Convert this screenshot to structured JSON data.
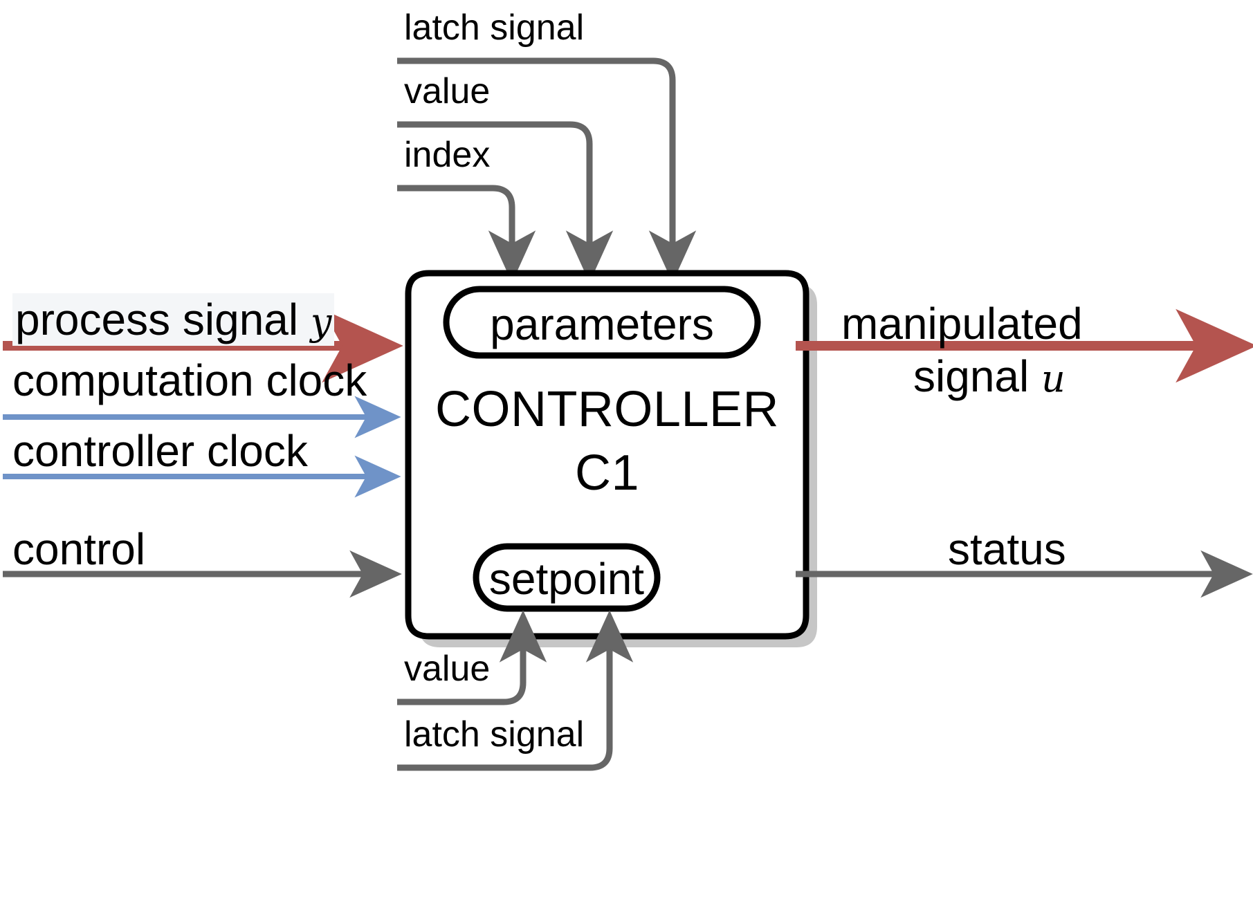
{
  "diagram": {
    "title": "Controller C1 block diagram",
    "block": {
      "name_line1": "CONTROLLER",
      "name_line2": "C1",
      "parameters_label": "parameters",
      "setpoint_label": "setpoint"
    },
    "top_inputs": [
      {
        "label": "latch signal",
        "target": "parameters"
      },
      {
        "label": "value",
        "target": "parameters"
      },
      {
        "label": "index",
        "target": "parameters"
      }
    ],
    "bottom_inputs": [
      {
        "label": "value",
        "target": "setpoint"
      },
      {
        "label": "latch signal",
        "target": "setpoint"
      }
    ],
    "left_inputs": [
      {
        "label": "process signal ",
        "math": "y",
        "color": "#b4544f",
        "kind": "signal"
      },
      {
        "label": "computation clock",
        "math": "",
        "color": "#6f93c8",
        "kind": "clock"
      },
      {
        "label": "controller clock",
        "math": "",
        "color": "#6f93c8",
        "kind": "clock"
      },
      {
        "label": "control",
        "math": "",
        "color": "#666666",
        "kind": "control"
      }
    ],
    "right_outputs": [
      {
        "label_line1": "manipulated",
        "label_line2": "signal ",
        "math": "u",
        "color": "#b4544f"
      },
      {
        "label_line1": "status",
        "label_line2": "",
        "math": "",
        "color": "#666666"
      }
    ],
    "colors": {
      "signal_red": "#b4544f",
      "clock_blue": "#6f93c8",
      "wire_grey": "#666666",
      "outline_black": "#000000",
      "shadow_grey": "#c6c6c6",
      "highlight_bg": "#f4f6f8"
    }
  }
}
